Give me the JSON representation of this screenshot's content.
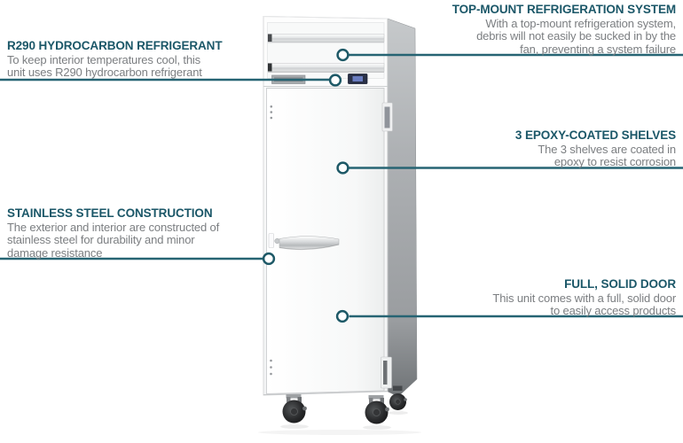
{
  "colors": {
    "heading": "#1b5768",
    "body_text": "#7b7e81",
    "callout_line": "#266473",
    "marker_ring": "#1e5967",
    "background": "#ffffff"
  },
  "illustration": {
    "subject": "single-door stainless steel reach-in refrigerator",
    "parts": [
      "compressor-grille",
      "brand-plate",
      "temperature-display",
      "solid-door",
      "door-handle",
      "hinges",
      "casters"
    ]
  },
  "callouts": [
    {
      "id": "refrigerant",
      "title": "R290 HYDROCARBON REFRIGERANT",
      "description_lines": [
        "To keep interior temperatures cool, this",
        "unit uses R290 hydrocarbon refrigerant"
      ],
      "align": "left"
    },
    {
      "id": "top_mount",
      "title": "TOP-MOUNT REFRIGERATION SYSTEM",
      "description_lines": [
        "With a top-mount refrigeration system,",
        "debris will not easily be sucked in by the",
        "fan, preventing a system failure"
      ],
      "align": "right"
    },
    {
      "id": "shelves",
      "title": "3 EPOXY-COATED SHELVES",
      "description_lines": [
        "The 3 shelves are coated in",
        "epoxy to resist corrosion"
      ],
      "align": "right"
    },
    {
      "id": "stainless",
      "title": "STAINLESS STEEL CONSTRUCTION",
      "description_lines": [
        "The exterior and interior are constructed of",
        "stainless steel for durability and minor",
        "damage resistance"
      ],
      "align": "left"
    },
    {
      "id": "solid_door",
      "title": "FULL, SOLID DOOR",
      "description_lines": [
        "This unit comes with a full, solid door",
        "to easily access products"
      ],
      "align": "right"
    }
  ]
}
